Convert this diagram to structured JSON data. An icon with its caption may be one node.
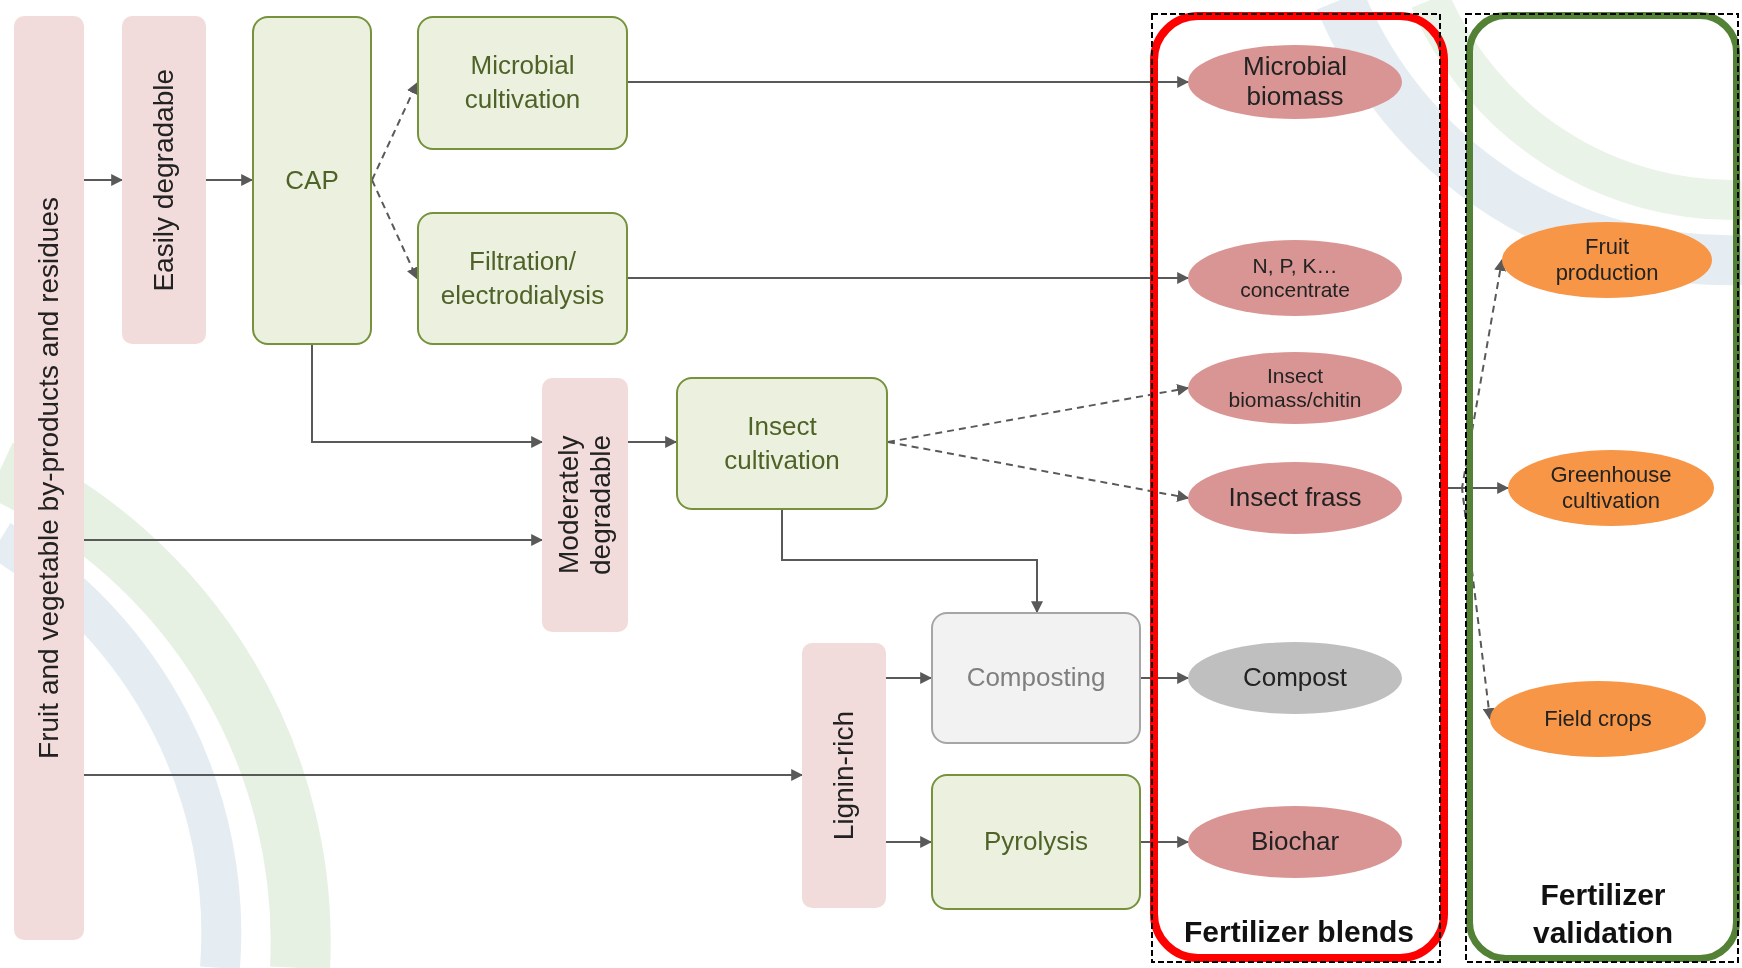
{
  "diagram": {
    "nodes": [
      {
        "text": [
          "Fruit and vegetable by-products and residues"
        ]
      },
      {
        "text": [
          "Easily degradable"
        ]
      },
      {
        "text": [
          "CAP"
        ]
      },
      {
        "text": [
          "Microbial cultivation"
        ]
      },
      {
        "text": [
          "Filtration/ electrodialysis"
        ]
      },
      {
        "text": [
          "Moderately degradable"
        ]
      },
      {
        "text": [
          "Insect cultivation"
        ]
      },
      {
        "text": [
          "Lignin-rich"
        ]
      },
      {
        "text": [
          "Composting"
        ]
      },
      {
        "text": [
          "Pyrolysis"
        ]
      },
      {
        "text": [
          "Fertilizer blends"
        ]
      },
      {
        "text": [
          "Microbial biomass"
        ],
        "in": 10
      },
      {
        "text": [
          "N, P, K… concentrate"
        ],
        "in": 10
      },
      {
        "text": [
          "Insect biomass/chitin"
        ],
        "in": 10
      },
      {
        "text": [
          "Insect frass"
        ],
        "in": 10
      },
      {
        "text": [
          "Compost"
        ],
        "in": 10
      },
      {
        "text": [
          "Biochar"
        ],
        "in": 10
      },
      {
        "text": [
          "Fertilizer validation"
        ]
      },
      {
        "text": [
          "Fruit production"
        ],
        "in": 17
      },
      {
        "text": [
          "Greenhouse cultivation"
        ],
        "in": 17
      },
      {
        "text": [
          "Field crops"
        ],
        "in": 17
      }
    ],
    "edges": [
      {
        "from": 0,
        "to": 1,
        "arrow": "to"
      },
      {
        "from": 1,
        "to": 2,
        "arrow": "to"
      },
      {
        "from": 2,
        "to": 3,
        "arrow": "to",
        "style": "dashed"
      },
      {
        "from": 2,
        "to": 4,
        "arrow": "to",
        "style": "dashed"
      },
      {
        "from": 3,
        "to": 11,
        "arrow": "to"
      },
      {
        "from": 4,
        "to": 12,
        "arrow": "to"
      },
      {
        "from": 2,
        "to": 5,
        "arrow": "to"
      },
      {
        "from": 0,
        "to": 5,
        "arrow": "to"
      },
      {
        "from": 5,
        "to": 6,
        "arrow": "to"
      },
      {
        "from": 6,
        "to": 13,
        "arrow": "to",
        "style": "dashed"
      },
      {
        "from": 6,
        "to": 14,
        "arrow": "to",
        "style": "dashed"
      },
      {
        "from": 6,
        "to": 8,
        "arrow": "to"
      },
      {
        "from": 7,
        "to": 8,
        "arrow": "to"
      },
      {
        "from": 7,
        "to": 9,
        "arrow": "to"
      },
      {
        "from": 0,
        "to": 7,
        "arrow": "to"
      },
      {
        "from": 8,
        "to": 15,
        "arrow": "to"
      },
      {
        "from": 9,
        "to": 16,
        "arrow": "to"
      },
      {
        "from": 10,
        "to": 18,
        "arrow": "to",
        "style": "dashed"
      },
      {
        "from": 10,
        "to": 19,
        "arrow": "to"
      },
      {
        "from": 10,
        "to": 20,
        "arrow": "to",
        "style": "dashed"
      }
    ]
  }
}
